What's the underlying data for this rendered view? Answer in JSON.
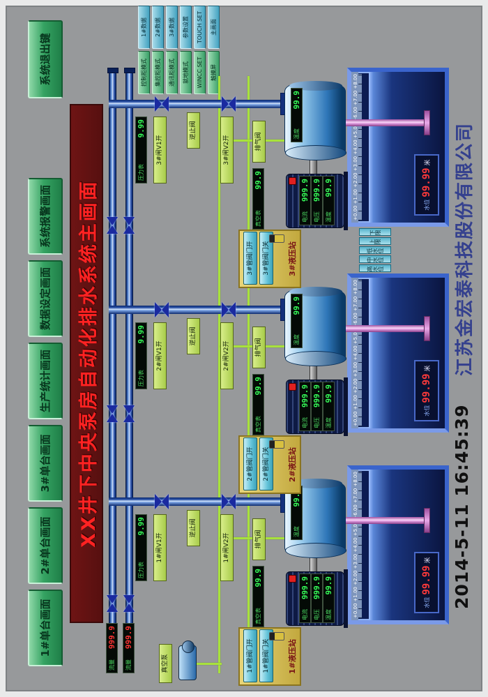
{
  "title": "XX井下中央泵房自动化排水系统主画面",
  "nav": {
    "buttons": [
      "1#单台画面",
      "2#单台画面",
      "3#单台画面",
      "生产统计画面",
      "数据设定画面",
      "系统报警画面"
    ],
    "exit": "系统退出键"
  },
  "mode_panel": {
    "buttons": [
      "控制柜模式",
      "1#数据",
      "集控柜模式",
      "2#数据",
      "通讯柜模式",
      "3#数据",
      "就地模式",
      "参数设置",
      "WINCC SET",
      "TOUCH SET",
      "触摸屏",
      "主画面"
    ]
  },
  "datetime": "2014-5-11  16:45:39",
  "company": "江苏金宏泰科技股份有限公司",
  "flow_meters": [
    {
      "label": "流量",
      "value": "999.9"
    },
    {
      "label": "流量",
      "value": "999.9"
    }
  ],
  "vacuum_pump": {
    "label": "真空泵"
  },
  "level_scale": [
    "+0.00",
    "+1.00",
    "+2.00",
    "+3.00",
    "+4.00",
    "+5.00",
    "+6.00",
    "+7.00",
    "+8.00"
  ],
  "marker_buttons": [
    "高水位",
    "中水位",
    "低水位",
    "上限",
    "下限"
  ],
  "colors": {
    "pipe_blue": "#2a49b0",
    "line_green": "#a8e23c",
    "pipe_pink": "#d080d0",
    "alarm_red": "#ff2a2a"
  },
  "units": [
    {
      "name": "1#",
      "valve1": "1#闸V1开",
      "valve2": "1#闸V2开",
      "check_valve": "逆止阀",
      "air_valve": "排气阀",
      "vacuum_gauge": {
        "label": "真空表",
        "value": "99.9"
      },
      "pressure_gauge": {
        "label": "压力表",
        "value": "9.99"
      },
      "pump_temp": {
        "label": "温度",
        "value": "99.9"
      },
      "motor": {
        "current_label": "电流",
        "current": "999.9",
        "voltage_label": "电压",
        "voltage": "999.9",
        "temp_label": "温度",
        "temp": "99.9"
      },
      "hydraulic": {
        "title": "1#液压站",
        "open_btn": "1#管阀门开",
        "close_btn": "1#管阀门关"
      },
      "level": {
        "label": "水位",
        "value": "99.99",
        "unit": "米"
      }
    },
    {
      "name": "2#",
      "valve1": "2#闸V1开",
      "valve2": "2#闸V2开",
      "check_valve": "逆止阀",
      "air_valve": "排气阀",
      "vacuum_gauge": {
        "label": "真空表",
        "value": "99.9"
      },
      "pressure_gauge": {
        "label": "压力表",
        "value": "9.99"
      },
      "pump_temp": {
        "label": "温度",
        "value": "99.9"
      },
      "motor": {
        "current_label": "电流",
        "current": "999.9",
        "voltage_label": "电压",
        "voltage": "999.9",
        "temp_label": "温度",
        "temp": "99.9"
      },
      "hydraulic": {
        "title": "2#液压站",
        "open_btn": "2#管阀门开",
        "close_btn": "2#管阀门关"
      },
      "level": {
        "label": "水位",
        "value": "99.99",
        "unit": "米"
      }
    },
    {
      "name": "3#",
      "valve1": "3#闸V1开",
      "valve2": "3#闸V2开",
      "check_valve": "逆止阀",
      "air_valve": "排气阀",
      "vacuum_gauge": {
        "label": "真空表",
        "value": "99.9"
      },
      "pressure_gauge": {
        "label": "压力表",
        "value": "9.99"
      },
      "pump_temp": {
        "label": "温度",
        "value": "99.9"
      },
      "motor": {
        "current_label": "电流",
        "current": "999.9",
        "voltage_label": "电压",
        "voltage": "999.9",
        "temp_label": "温度",
        "temp": "99.9"
      },
      "hydraulic": {
        "title": "3#液压站",
        "open_btn": "3#管阀门开",
        "close_btn": "3#管阀门关"
      },
      "level": {
        "label": "水位",
        "value": "99.99",
        "unit": "米"
      }
    }
  ]
}
